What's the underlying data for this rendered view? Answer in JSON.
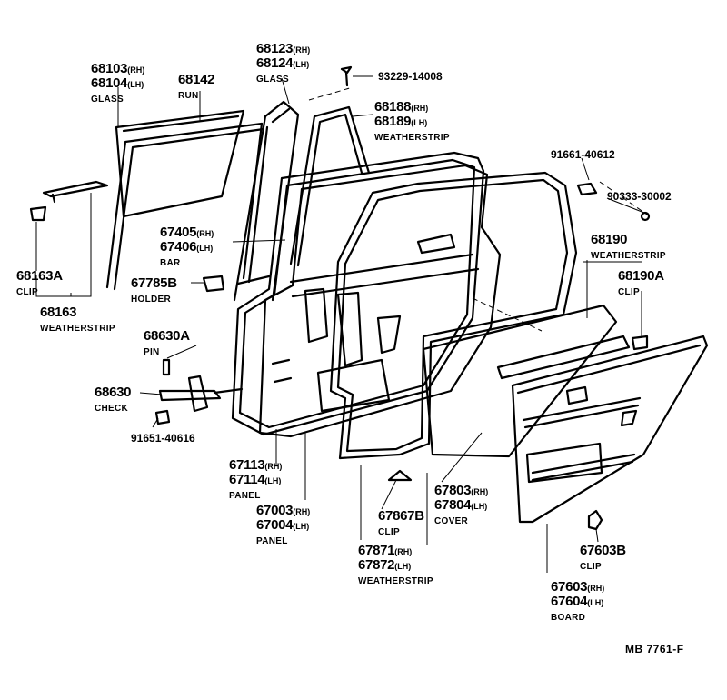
{
  "parts": {
    "glass_front": {
      "pn1": "68103",
      "s1": "(RH)",
      "pn2": "68104",
      "s2": "(LH)",
      "name": "GLASS"
    },
    "run": {
      "pn": "68142",
      "name": "RUN"
    },
    "glass_rear": {
      "pn1": "68123",
      "s1": "(RH)",
      "pn2": "68124",
      "s2": "(LH)",
      "name": "GLASS"
    },
    "screw_top": {
      "pn": "93229-14008"
    },
    "weatherstrip_upper": {
      "pn1": "68188",
      "s1": "(RH)",
      "pn2": "68189",
      "s2": "(LH)",
      "name": "WEATHERSTRIP"
    },
    "bolt": {
      "pn": "91661-40612"
    },
    "plug": {
      "pn": "90333-30002"
    },
    "bar": {
      "pn1": "67405",
      "s1": "(RH)",
      "pn2": "67406",
      "s2": "(LH)",
      "name": "BAR"
    },
    "weatherstrip_belt": {
      "pn": "68190",
      "name": "WEATHERSTRIP"
    },
    "clip_belt": {
      "pn": "68190A",
      "name": "CLIP"
    },
    "clip_left": {
      "pn": "68163A",
      "name": "CLIP"
    },
    "weatherstrip_left": {
      "pn": "68163",
      "name": "WEATHERSTRIP"
    },
    "holder": {
      "pn": "67785B",
      "name": "HOLDER"
    },
    "pin": {
      "pn": "68630A",
      "name": "PIN"
    },
    "check": {
      "pn": "68630",
      "name": "CHECK"
    },
    "bolt_check": {
      "pn": "91651-40616"
    },
    "panel_outer": {
      "pn1": "67113",
      "s1": "(RH)",
      "pn2": "67114",
      "s2": "(LH)",
      "name": "PANEL"
    },
    "panel_door": {
      "pn1": "67003",
      "s1": "(RH)",
      "pn2": "67004",
      "s2": "(LH)",
      "name": "PANEL"
    },
    "clip_bottom": {
      "pn": "67867B",
      "name": "CLIP"
    },
    "weatherstrip_door": {
      "pn1": "67871",
      "s1": "(RH)",
      "pn2": "67872",
      "s2": "(LH)",
      "name": "WEATHERSTRIP"
    },
    "cover": {
      "pn1": "67803",
      "s1": "(RH)",
      "pn2": "67804",
      "s2": "(LH)",
      "name": "COVER"
    },
    "clip_board": {
      "pn": "67603B",
      "name": "CLIP"
    },
    "board": {
      "pn1": "67603",
      "s1": "(RH)",
      "pn2": "67604",
      "s2": "(LH)",
      "name": "BOARD"
    }
  },
  "footer": {
    "code": "MB  7761-F"
  }
}
